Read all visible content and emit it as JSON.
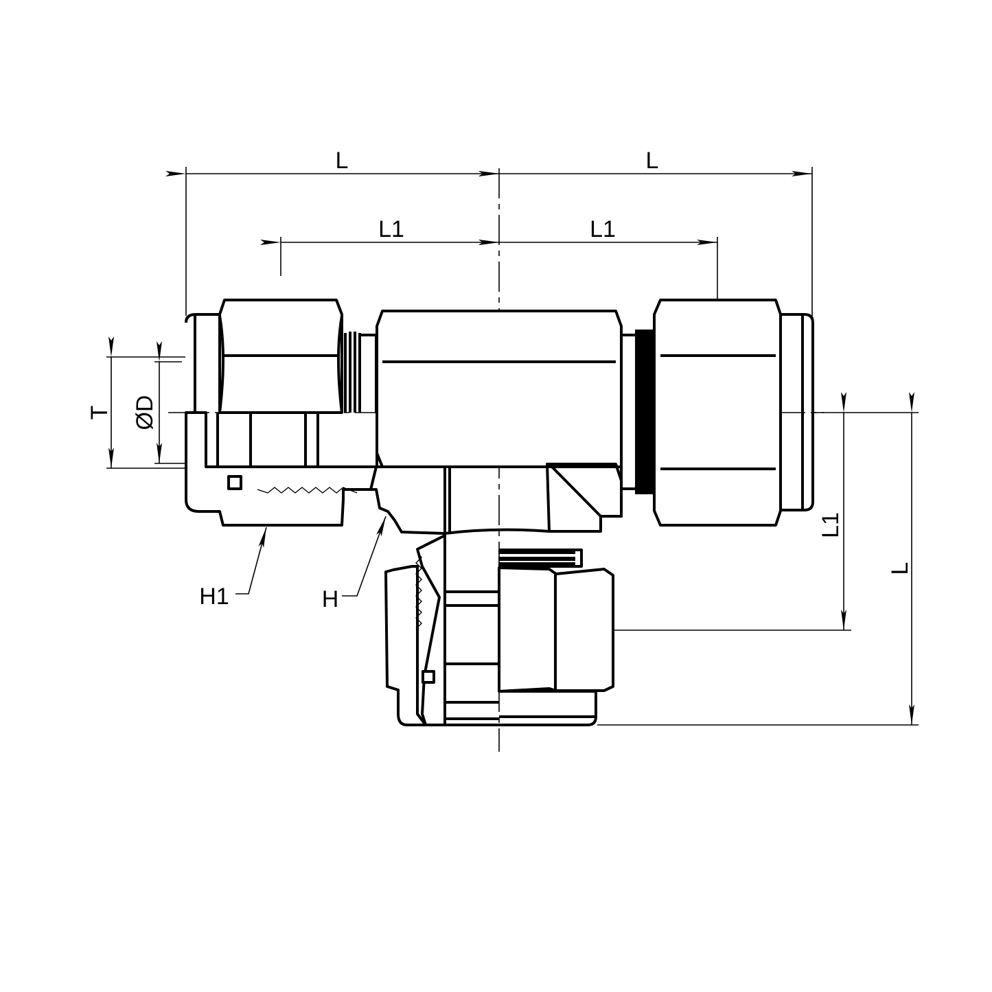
{
  "drawing": {
    "subject": "Compression tee fitting (cross-section, dimensioned)",
    "line_color": "#000000",
    "background": "#ffffff"
  },
  "labels": {
    "top_left_L": "L",
    "top_right_L": "L",
    "top_left_L1": "L1",
    "top_right_L1": "L1",
    "left_T": "T",
    "left_D": "ØD",
    "right_L1": "L1",
    "right_L": "L",
    "callout_H1": "H1",
    "callout_H": "H"
  }
}
